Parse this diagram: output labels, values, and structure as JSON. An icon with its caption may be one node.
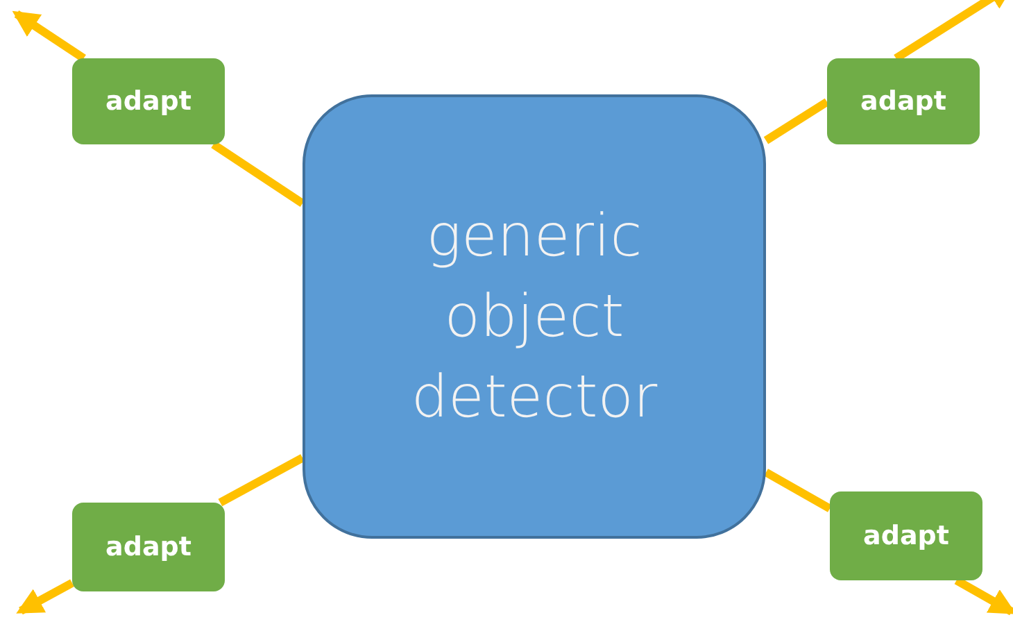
{
  "diagram": {
    "nodes": [
      {
        "text": [
          "generic object detector"
        ]
      },
      {
        "text": [
          "adapt"
        ]
      },
      {
        "text": [
          "adapt"
        ]
      },
      {
        "text": [
          "adapt"
        ]
      },
      {
        "text": [
          "adapt"
        ]
      }
    ],
    "edges": [
      {
        "from": 0,
        "to": 1,
        "arrow": "none"
      },
      {
        "from": 1,
        "to": null,
        "arrow": "to"
      },
      {
        "from": 0,
        "to": 2,
        "arrow": "none"
      },
      {
        "from": 2,
        "to": null,
        "arrow": "to"
      },
      {
        "from": 0,
        "to": 3,
        "arrow": "none"
      },
      {
        "from": 3,
        "to": null,
        "arrow": "to"
      },
      {
        "from": 0,
        "to": 4,
        "arrow": "none"
      },
      {
        "from": 4,
        "to": null,
        "arrow": "to"
      }
    ]
  }
}
